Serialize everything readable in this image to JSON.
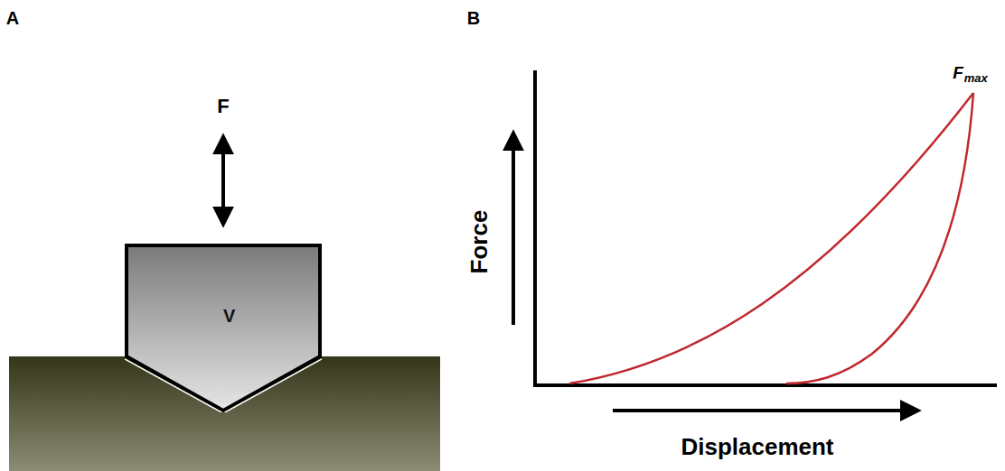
{
  "diagram": {
    "nodes": [
      {
        "text": [
          "V"
        ]
      }
    ],
    "labels": [
      "A",
      "F",
      "B",
      "Force",
      "Displacement",
      "F",
      "max"
    ]
  }
}
